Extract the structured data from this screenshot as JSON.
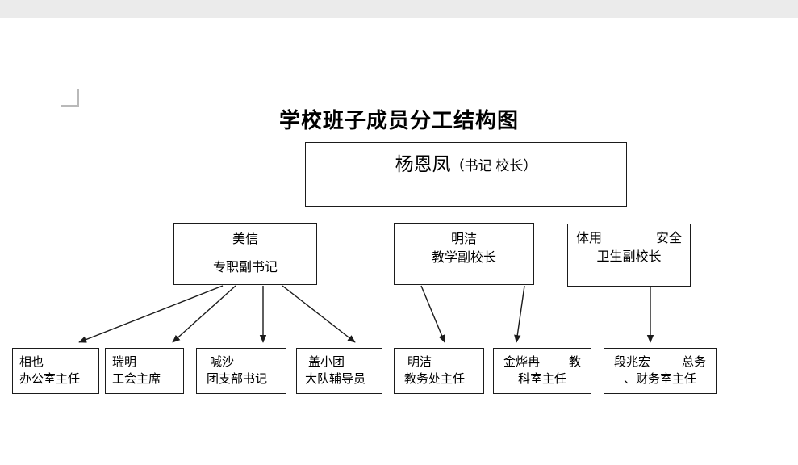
{
  "document": {
    "title": "学校班子成员分工结构图"
  },
  "org_chart": {
    "root": {
      "name": "杨恩凤",
      "role": "（书记  校长）"
    },
    "tier2": [
      {
        "id": "vice-party",
        "line1": "美信",
        "line2": "专职副书记"
      },
      {
        "id": "vice-teaching",
        "line1": "明洁",
        "line2": "教学副校长"
      },
      {
        "id": "vice-health",
        "line1_left": "体用",
        "line1_right": "安全",
        "line2": "卫生副校长"
      }
    ],
    "tier3": [
      {
        "id": "office",
        "line1": "相也",
        "line2": "办公室主任",
        "parent": "vice-party"
      },
      {
        "id": "union",
        "line1": "瑞明",
        "line2": "工会主席",
        "parent": "vice-party"
      },
      {
        "id": "youth",
        "line1": "喊沙",
        "line2": "团支部书记",
        "parent": "vice-party"
      },
      {
        "id": "brigade",
        "line1": "盖小团",
        "line2": "大队辅导员",
        "parent": "vice-party"
      },
      {
        "id": "academic",
        "line1": "明洁",
        "line2": "教务处主任",
        "parent": "vice-teaching"
      },
      {
        "id": "research",
        "line1_left": "金烨冉",
        "line1_right": "教",
        "line2": "科室主任",
        "parent": "vice-teaching"
      },
      {
        "id": "finance",
        "line1_left": "段兆宏",
        "line1_right": "总务",
        "line2": "、财务室主任",
        "parent": "vice-health"
      }
    ]
  },
  "style": {
    "border_color": "#1b1b1b",
    "text_color": "#000000",
    "page_background": "#ffffff",
    "band_color": "#ebebeb",
    "corner_mark_color": "#b9b9b9"
  }
}
